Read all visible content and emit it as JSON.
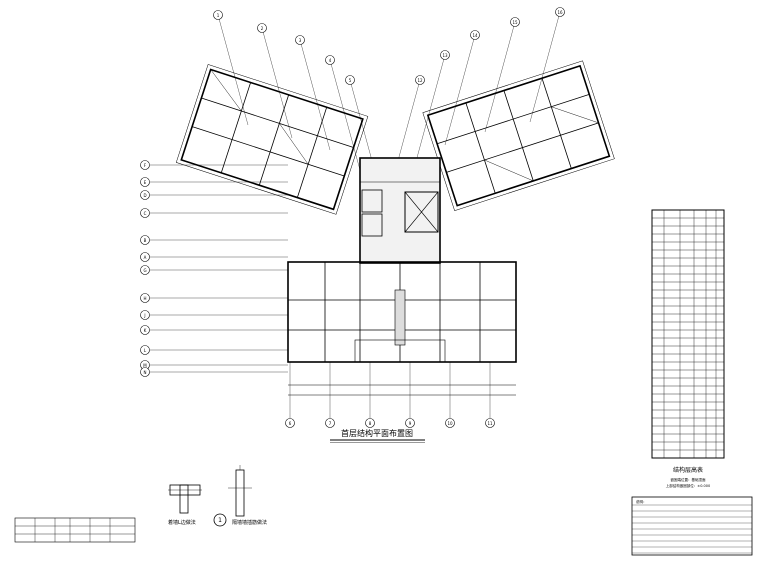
{
  "drawing": {
    "plan_title": "首层结构平面布置图",
    "detail_1_title": "着墙L边做法",
    "detail_2_number": "1",
    "detail_2_title": "隔墙墙插筋做法",
    "floor_table_title": "结构层高表",
    "floor_table_sub_1": "嵌固端位置：基础顶面",
    "floor_table_sub_2": "上部结构嵌固部位：±0.000",
    "notes_heading": "说明："
  },
  "axes": {
    "left_labels": [
      "F",
      "E",
      "D",
      "C",
      "B",
      "A",
      "G",
      "H",
      "J",
      "K",
      "L",
      "M",
      "N"
    ],
    "top_left_labels": [
      "1",
      "2",
      "3",
      "4",
      "5"
    ],
    "top_right_labels": [
      "12",
      "13",
      "14",
      "15",
      "16"
    ],
    "bottom_labels": [
      "6",
      "7",
      "8",
      "9",
      "10",
      "11"
    ]
  }
}
